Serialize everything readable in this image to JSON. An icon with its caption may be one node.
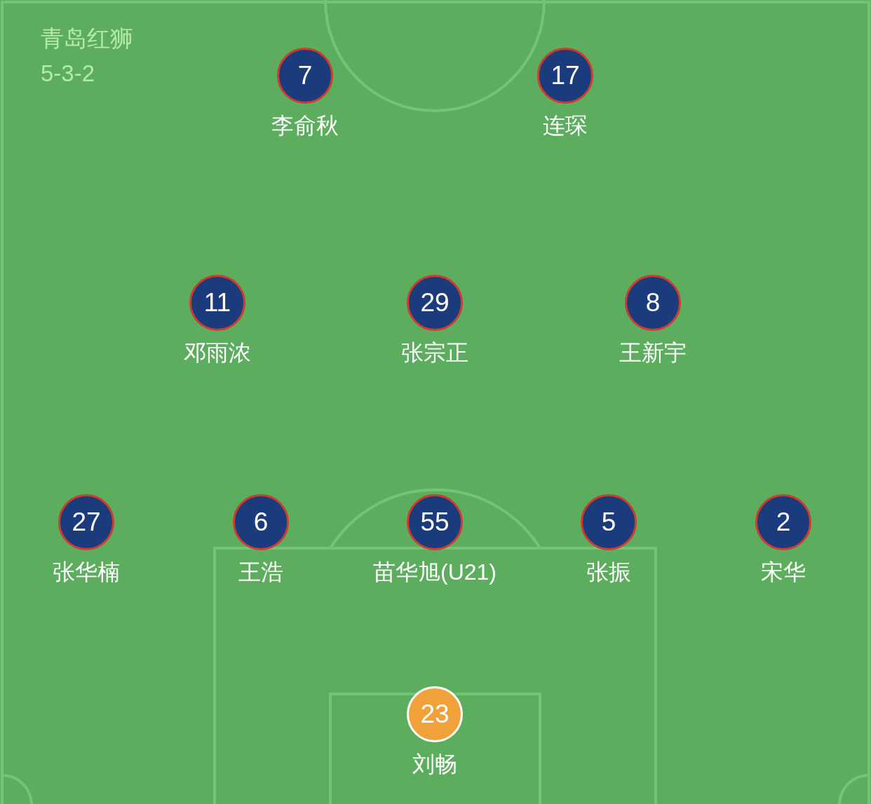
{
  "diagram": {
    "title": "青岛红狮",
    "nodes": [
      {
        "text": [
          "7"
        ],
        "beside": [
          "李俞秋"
        ]
      },
      {
        "text": [
          "17"
        ],
        "beside": [
          "连琛"
        ]
      },
      {
        "text": [
          "11"
        ],
        "beside": [
          "邓雨浓"
        ]
      },
      {
        "text": [
          "29"
        ],
        "beside": [
          "张宗正"
        ]
      },
      {
        "text": [
          "8"
        ],
        "beside": [
          "王新宇"
        ]
      },
      {
        "text": [
          "27"
        ],
        "beside": [
          "张华楠"
        ]
      },
      {
        "text": [
          "6"
        ],
        "beside": [
          "王浩"
        ]
      },
      {
        "text": [
          "55"
        ],
        "beside": [
          "苗华旭(U21)"
        ]
      },
      {
        "text": [
          "5"
        ],
        "beside": [
          "张振"
        ]
      },
      {
        "text": [
          "2"
        ],
        "beside": [
          "宋华"
        ]
      },
      {
        "text": [
          "23"
        ],
        "beside": [
          "刘畅"
        ]
      }
    ],
    "edges": [],
    "labels": [
      "5-3-2"
    ]
  }
}
